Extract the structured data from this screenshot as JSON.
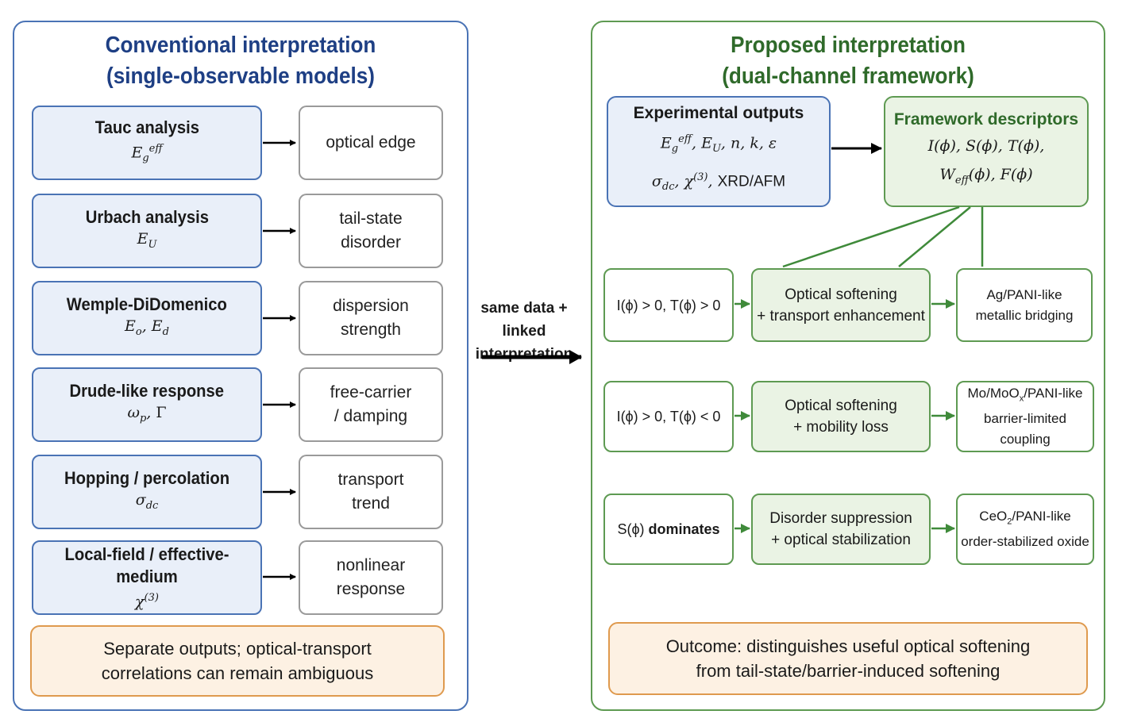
{
  "left_panel": {
    "title_line1": "Conventional interpretation",
    "title_line2": "(single-observable models)",
    "methods": [
      {
        "name": "Tauc analysis",
        "symbol": "E_g^eff",
        "output_line1": "optical edge",
        "output_line2": ""
      },
      {
        "name": "Urbach analysis",
        "symbol": "E_U",
        "output_line1": "tail-state",
        "output_line2": "disorder"
      },
      {
        "name": "Wemple-DiDomenico",
        "symbol": "E_o, E_d",
        "output_line1": "dispersion",
        "output_line2": "strength"
      },
      {
        "name": "Drude-like response",
        "symbol": "ω_p, Γ",
        "output_line1": "free-carrier",
        "output_line2": "/ damping"
      },
      {
        "name": "Hopping / percolation",
        "symbol": "σ_dc",
        "output_line1": "transport",
        "output_line2": "trend"
      },
      {
        "name": "Local-field / effective-medium",
        "symbol": "χ^(3)",
        "output_line1": "nonlinear",
        "output_line2": "response"
      }
    ],
    "note_line1": "Separate outputs; optical-transport",
    "note_line2": "correlations can remain ambiguous"
  },
  "middle_label": {
    "line1": "same data +",
    "line2": "linked interpretation"
  },
  "right_panel": {
    "title_line1": "Proposed interpretation",
    "title_line2": "(dual-channel framework)",
    "experimental": {
      "heading": "Experimental outputs",
      "line1": "E_g^eff, E_U, n, k, ε",
      "line2": "σ_dc, χ^(3), XRD/AFM"
    },
    "framework": {
      "heading": "Framework descriptors",
      "line1": "I(ϕ), S(ϕ), T(ϕ),",
      "line2": "W_eff(ϕ), F(ϕ)"
    },
    "rows": [
      {
        "condition": "I(ϕ) > 0, T(ϕ) > 0",
        "mechanism_line1": "Optical softening",
        "mechanism_line2": "+ transport enhancement",
        "result_line1": "Ag/PANI-like",
        "result_line2": "metallic bridging"
      },
      {
        "condition": "I(ϕ) > 0, T(ϕ) < 0",
        "mechanism_line1": "Optical softening",
        "mechanism_line2": "+ mobility loss",
        "result_line1": "Mo/MoO_x/PANI-like",
        "result_line2": "barrier-limited coupling"
      },
      {
        "condition": "S(ϕ) dominates",
        "mechanism_line1": "Disorder suppression",
        "mechanism_line2": "+ optical stabilization",
        "result_line1": "CeO_2/PANI-like",
        "result_line2": "order-stabilized oxide"
      }
    ],
    "outcome_line1": "Outcome: distinguishes useful optical softening",
    "outcome_line2": "from tail-state/barrier-induced softening"
  },
  "colors": {
    "blue_border": "#4a73b5",
    "blue_fill": "#e9eff9",
    "blue_title": "#1e3f84",
    "green_border": "#5e9a52",
    "green_fill": "#eaf3e4",
    "green_title": "#2f6a2a",
    "orange_border": "#df9a4e",
    "orange_fill": "#fdf1e3"
  }
}
